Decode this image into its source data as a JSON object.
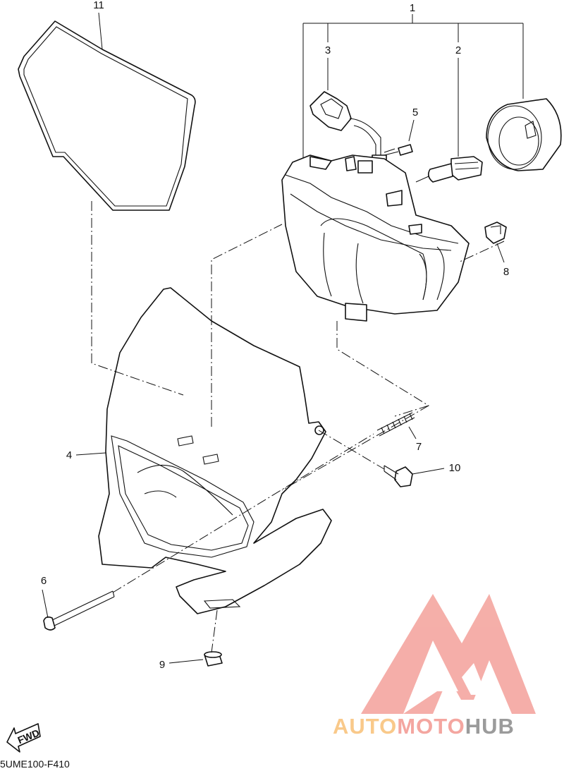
{
  "diagram": {
    "callouts": [
      "1",
      "2",
      "3",
      "4",
      "5",
      "6",
      "7",
      "8",
      "9",
      "10",
      "11"
    ],
    "drawing_code": "5UME100-F410",
    "fwd_label": "FWD"
  },
  "watermark": {
    "text_part1": "AUTO",
    "text_part2": "MOTO",
    "text_part3": "HUB",
    "colors": {
      "logo": "#f4a6a0",
      "part1": "#f9c98a",
      "part2": "#f4a6a0",
      "part3": "#9b9b9b"
    }
  }
}
